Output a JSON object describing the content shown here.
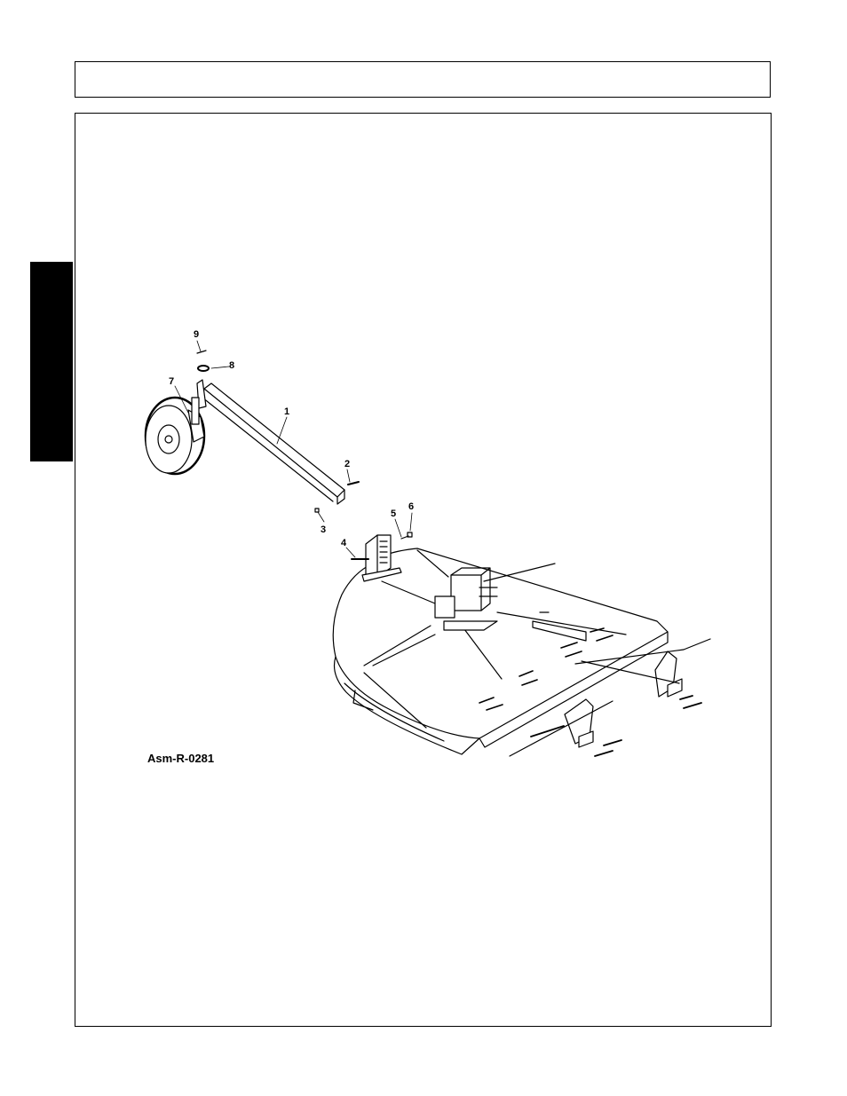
{
  "colors": {
    "ink": "#000000",
    "tab": "#000000",
    "paper": "#ffffff"
  },
  "diagram": {
    "code": "Asm-R-0281",
    "callouts": [
      "1",
      "2",
      "3",
      "4",
      "5",
      "6",
      "7",
      "8",
      "9"
    ]
  }
}
